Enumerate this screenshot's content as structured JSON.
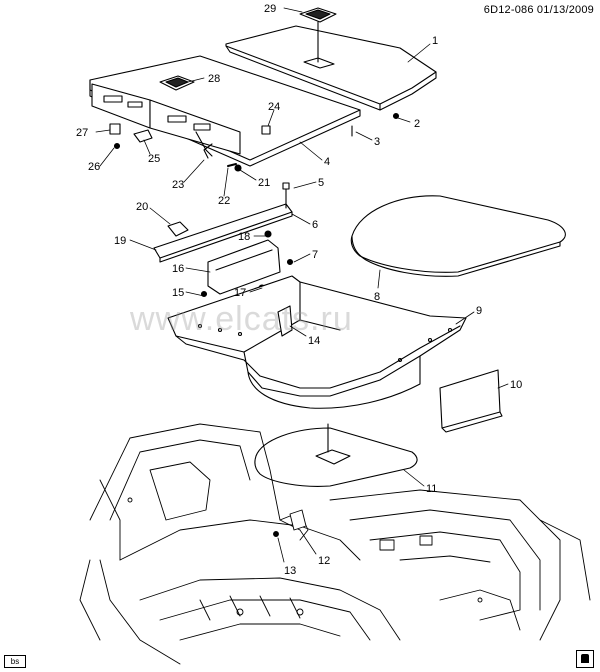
{
  "header": {
    "code_date": "6D12-086  01/13/2009"
  },
  "watermark": {
    "text": "www.elcats.ru"
  },
  "footer": {
    "badge": "bs"
  },
  "callouts": {
    "1": "1",
    "2": "2",
    "3": "3",
    "4": "4",
    "5": "5",
    "6": "6",
    "7": "7",
    "8": "8",
    "9": "9",
    "10": "10",
    "11": "11",
    "12": "12",
    "13": "13",
    "14": "14",
    "15": "15",
    "16": "16",
    "17": "17",
    "18": "18",
    "19": "19",
    "20": "20",
    "21": "21",
    "22": "22",
    "23": "23",
    "24": "24",
    "25": "25",
    "26": "26",
    "27": "27",
    "28": "28",
    "29": "29"
  },
  "icons": {
    "book": "manual-icon"
  }
}
